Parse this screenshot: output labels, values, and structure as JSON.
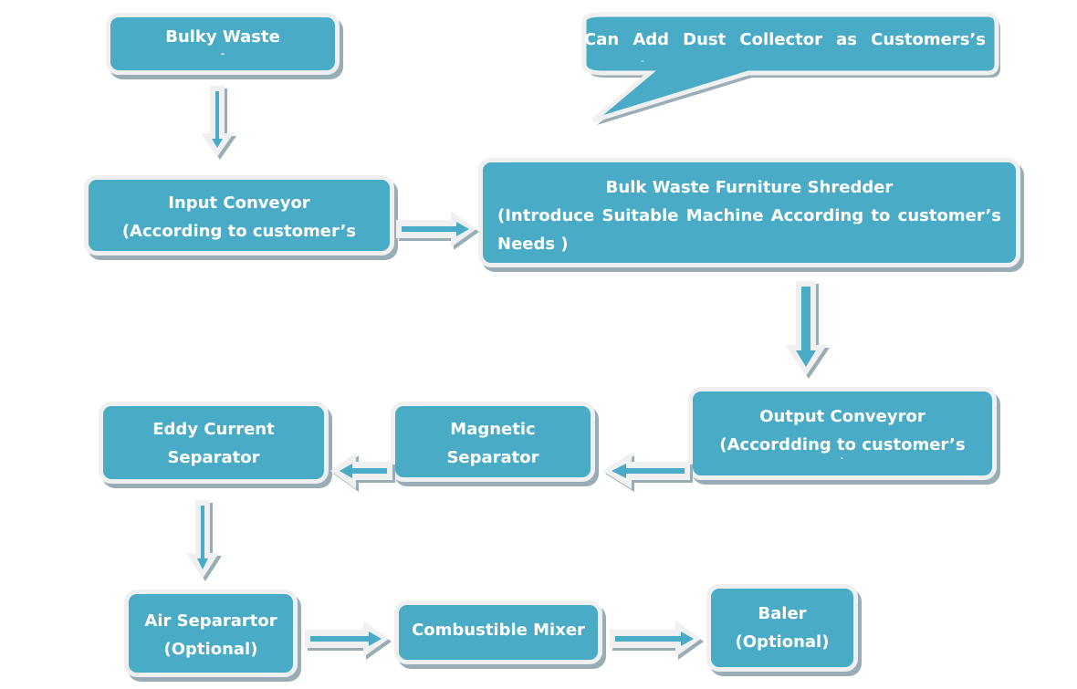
{
  "diagram": {
    "colors": {
      "box_fill": "#4aabc6",
      "box_border": "#f0f0f0",
      "shadow": "#98adb6",
      "text": "#ffffff"
    },
    "callout": {
      "text": "Can Add Dust Collector as Customers’s",
      "trailing_mark": "-"
    },
    "nodes": {
      "bulky_waste": {
        "lines": [
          "Bulky Waste"
        ],
        "trailing_mark": "-"
      },
      "input_conveyor": {
        "lines": [
          "Input Conveyor",
          "(According to customer’s"
        ]
      },
      "shredder": {
        "lines": [
          "Bulk Waste Furniture Shredder",
          "(Introduce Suitable Machine According to customer’s",
          "Needs )"
        ]
      },
      "output_conveyor": {
        "lines": [
          "Output Conveyror",
          "(Accordding to customer’s"
        ],
        "trailing_mark": "`"
      },
      "magnetic_separator": {
        "lines": [
          "Magnetic",
          "Separator"
        ]
      },
      "eddy_current_separator": {
        "lines": [
          "Eddy Current",
          "Separator"
        ]
      },
      "air_separator": {
        "lines": [
          "Air Separartor",
          "(Optional)"
        ]
      },
      "combustible_mixer": {
        "lines": [
          "Combustible Mixer"
        ]
      },
      "baler": {
        "lines": [
          "Baler",
          "(Optional)"
        ]
      }
    },
    "edges": [
      {
        "from": "bulky_waste",
        "to": "input_conveyor",
        "direction": "down"
      },
      {
        "from": "input_conveyor",
        "to": "shredder",
        "direction": "right"
      },
      {
        "from": "shredder",
        "to": "output_conveyor",
        "direction": "down"
      },
      {
        "from": "output_conveyor",
        "to": "magnetic_separator",
        "direction": "left"
      },
      {
        "from": "magnetic_separator",
        "to": "eddy_current_separator",
        "direction": "left"
      },
      {
        "from": "eddy_current_separator",
        "to": "air_separator",
        "direction": "down"
      },
      {
        "from": "air_separator",
        "to": "combustible_mixer",
        "direction": "right"
      },
      {
        "from": "combustible_mixer",
        "to": "baler",
        "direction": "right"
      }
    ]
  }
}
